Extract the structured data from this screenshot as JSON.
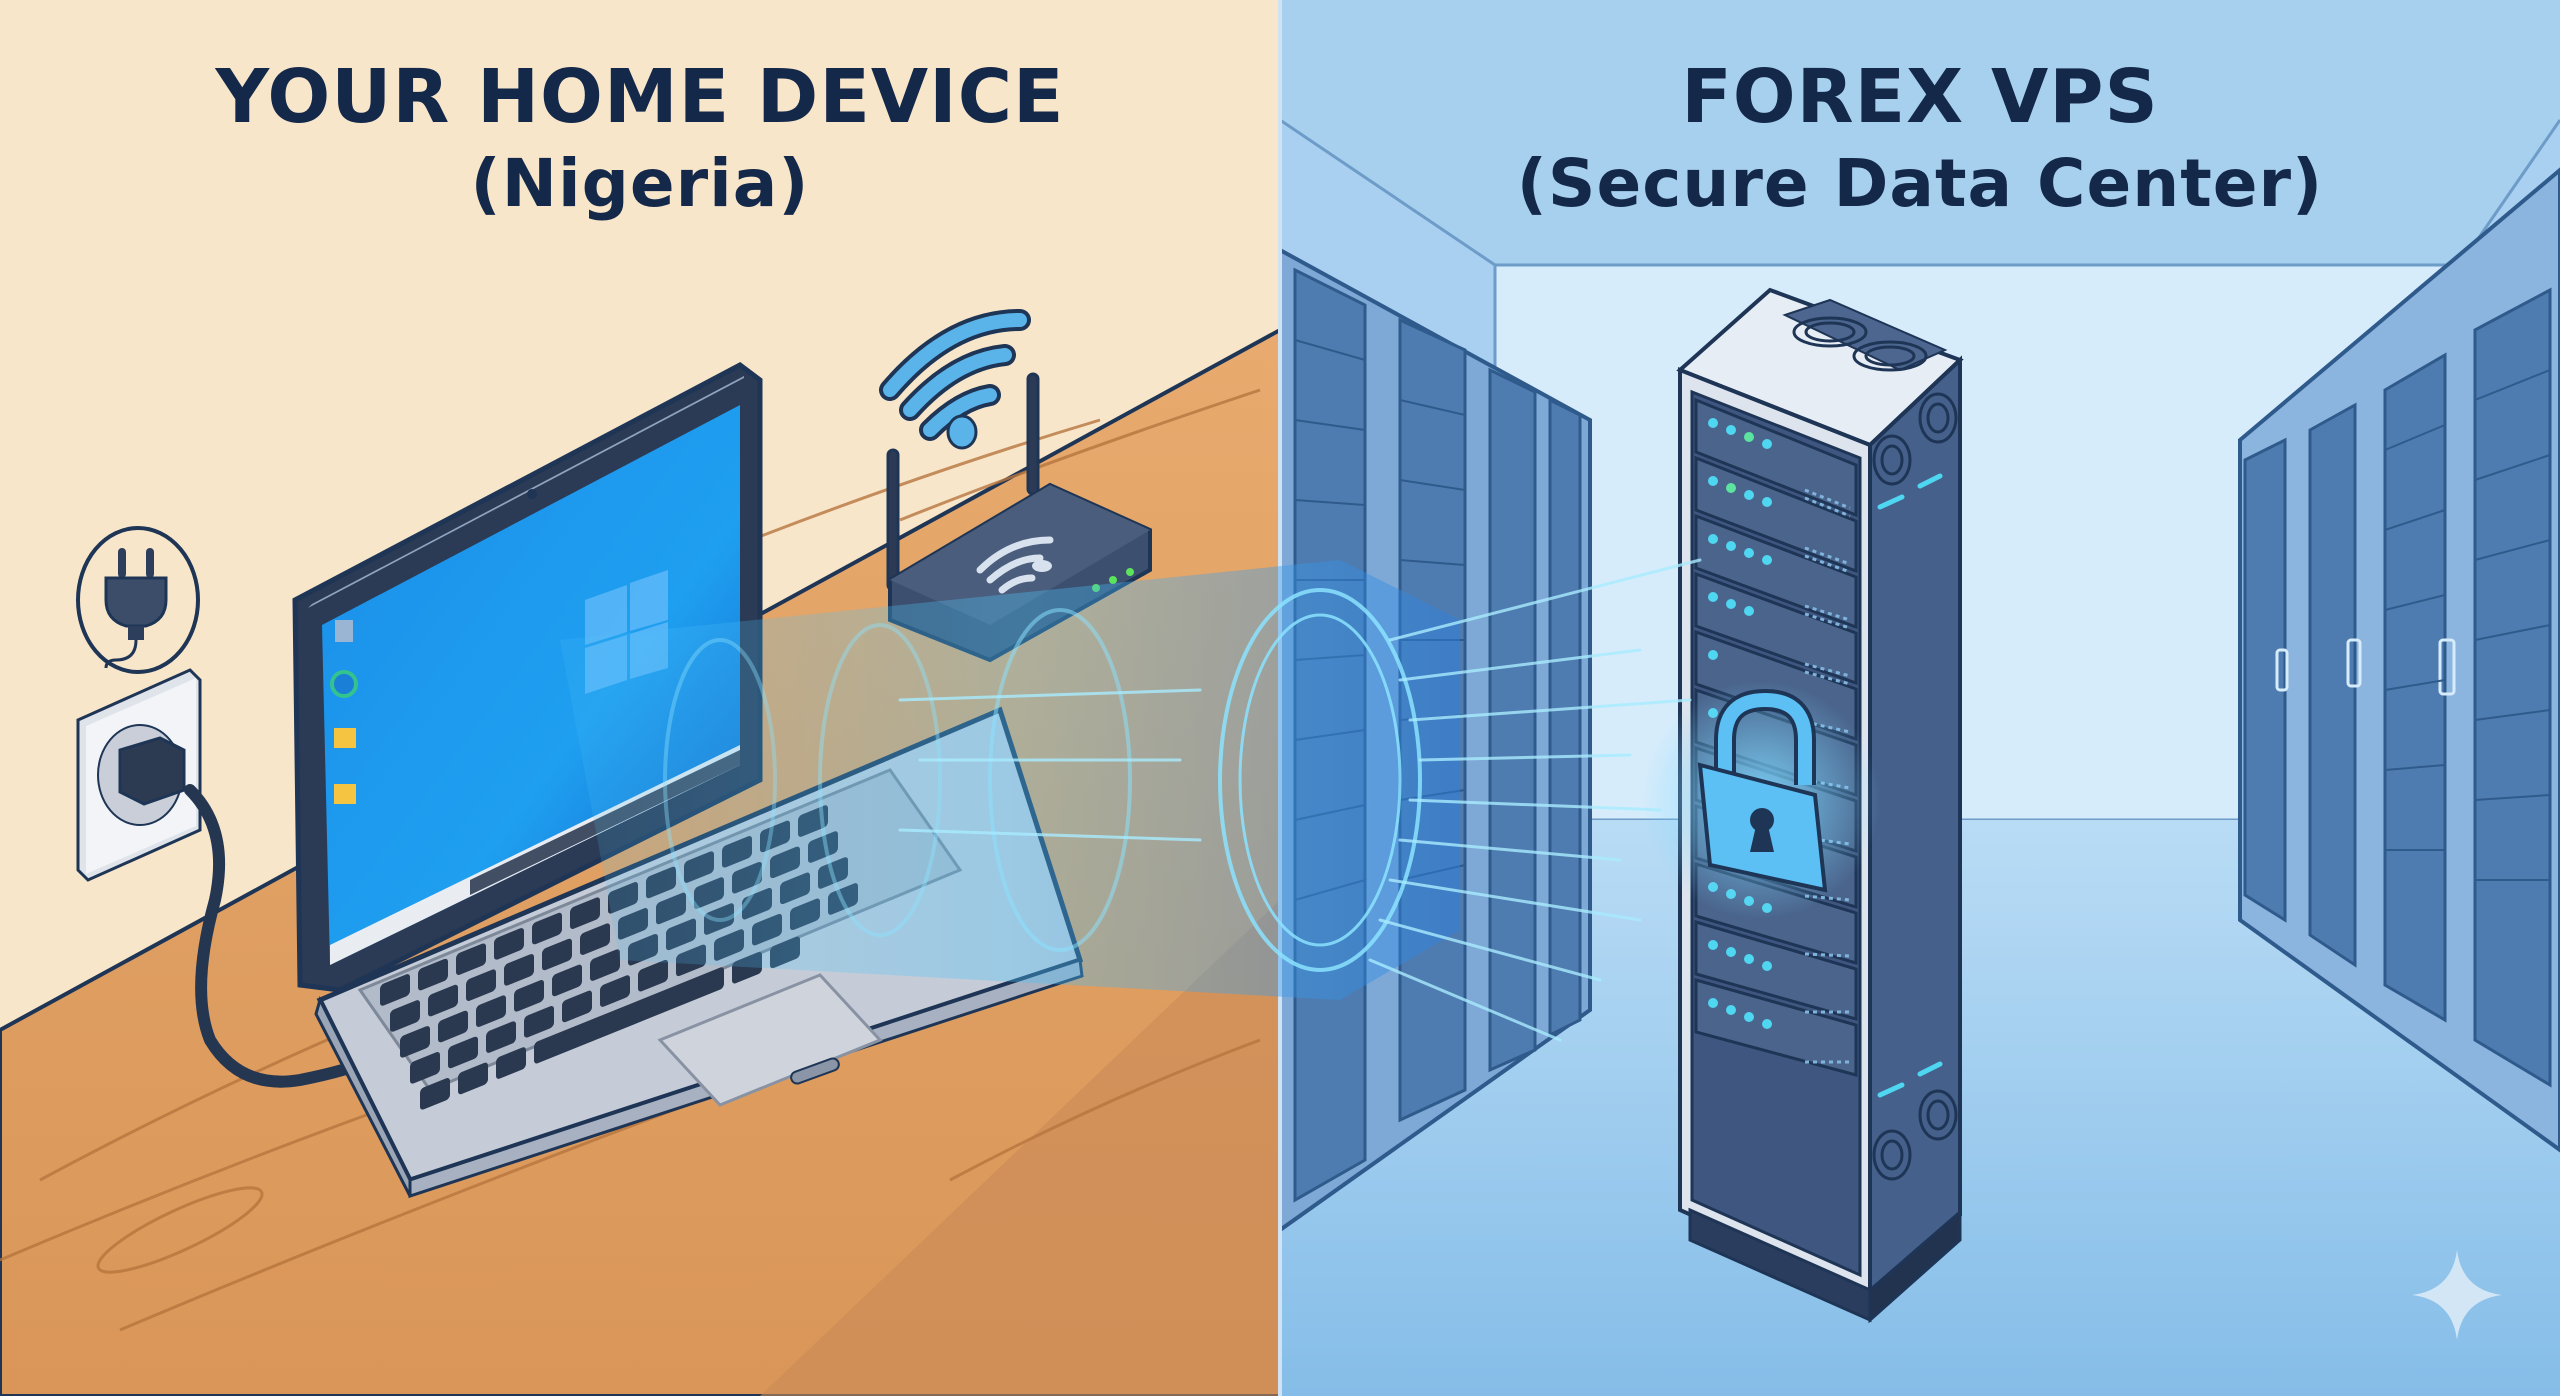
{
  "left_panel": {
    "title_line1": "YOUR HOME DEVICE",
    "title_line2": "(Nigeria)",
    "background_color": "#f8e6cb",
    "items": [
      "laptop",
      "wifi-router",
      "wall-outlet",
      "power-plug",
      "desk"
    ],
    "laptop_screen": {
      "os_logo": "windows-logo",
      "desktop_icons": [
        "recycle-bin-icon",
        "edge-browser-icon",
        "folder-icon",
        "folder-icon"
      ]
    },
    "router_leds": 3
  },
  "right_panel": {
    "title_line1": "FOREX VPS",
    "title_line2": "(Secure Data Center)",
    "background_color": "#a9d0f0",
    "items": [
      "server-rack",
      "padlock",
      "server-aisle-left",
      "server-aisle-right"
    ],
    "server_units": 11
  },
  "connection": {
    "type": "encrypted-tunnel",
    "color": "#4fc3f7"
  },
  "colors": {
    "title_text": "#14284a",
    "outline": "#1e3556",
    "glow": "#4fc3f7",
    "wood": "#e4a66a"
  },
  "watermark": {
    "icon": "sparkle-icon"
  }
}
